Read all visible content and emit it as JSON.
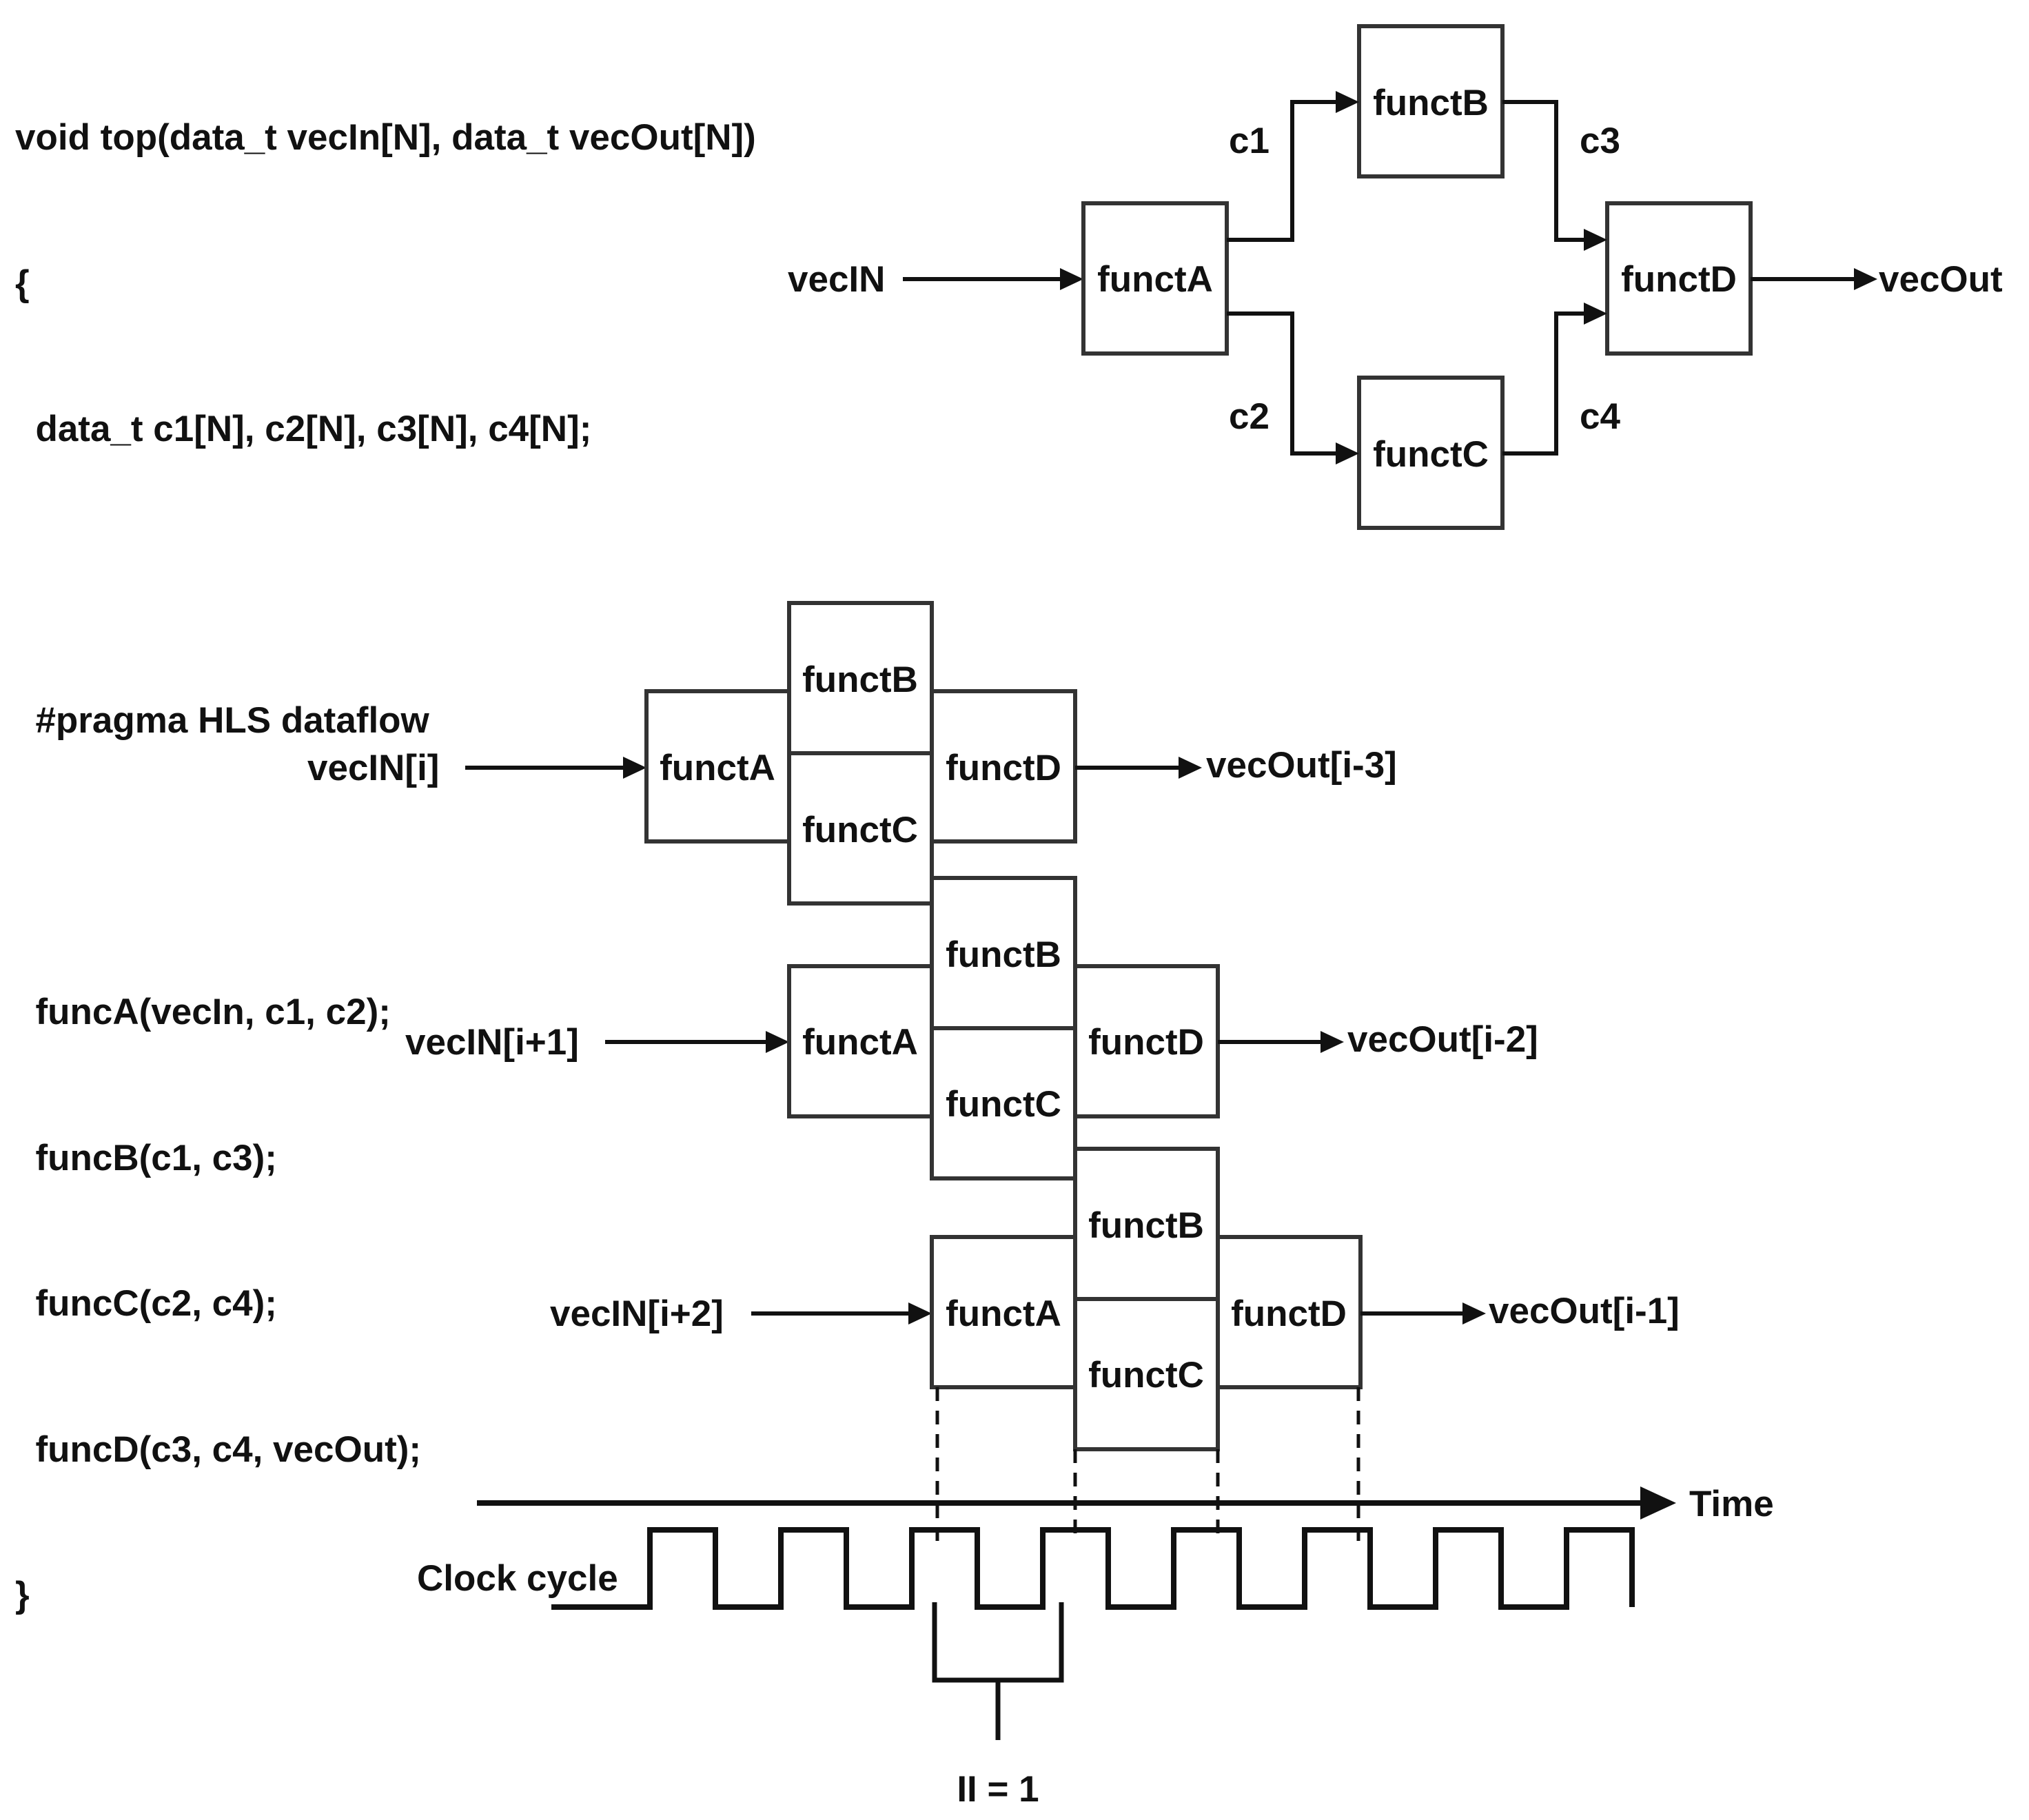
{
  "code": {
    "lines": [
      "void top(data_t vecIn[N], data_t vecOut[N])",
      "{",
      "  data_t c1[N], c2[N], c3[N], c4[N];",
      "",
      "  #pragma HLS dataflow",
      "",
      "  funcA(vecIn, c1, c2);",
      "  funcB(c1, c3);",
      "  funcC(c2, c4);",
      "  funcD(c3, c4, vecOut);",
      "}"
    ]
  },
  "block_diagram": {
    "input_label": "vecIN",
    "output_label": "vecOut",
    "nodes": {
      "a": "functA",
      "b": "functB",
      "c": "functC",
      "d": "functD"
    },
    "channels": {
      "c1": "c1",
      "c2": "c2",
      "c3": "c3",
      "c4": "c4"
    }
  },
  "pipeline": {
    "stages": [
      {
        "input": "vecIN[i]",
        "output": "vecOut[i-3]",
        "a": "functA",
        "b": "functB",
        "c": "functC",
        "d": "functD"
      },
      {
        "input": "vecIN[i+1]",
        "output": "vecOut[i-2]",
        "a": "functA",
        "b": "functB",
        "c": "functC",
        "d": "functD"
      },
      {
        "input": "vecIN[i+2]",
        "output": "vecOut[i-1]",
        "a": "functA",
        "b": "functB",
        "c": "functC",
        "d": "functD"
      }
    ]
  },
  "timing": {
    "time_label": "Time",
    "clock_label": "Clock cycle",
    "ii_label": "II = 1",
    "clock_pulses": 8
  }
}
